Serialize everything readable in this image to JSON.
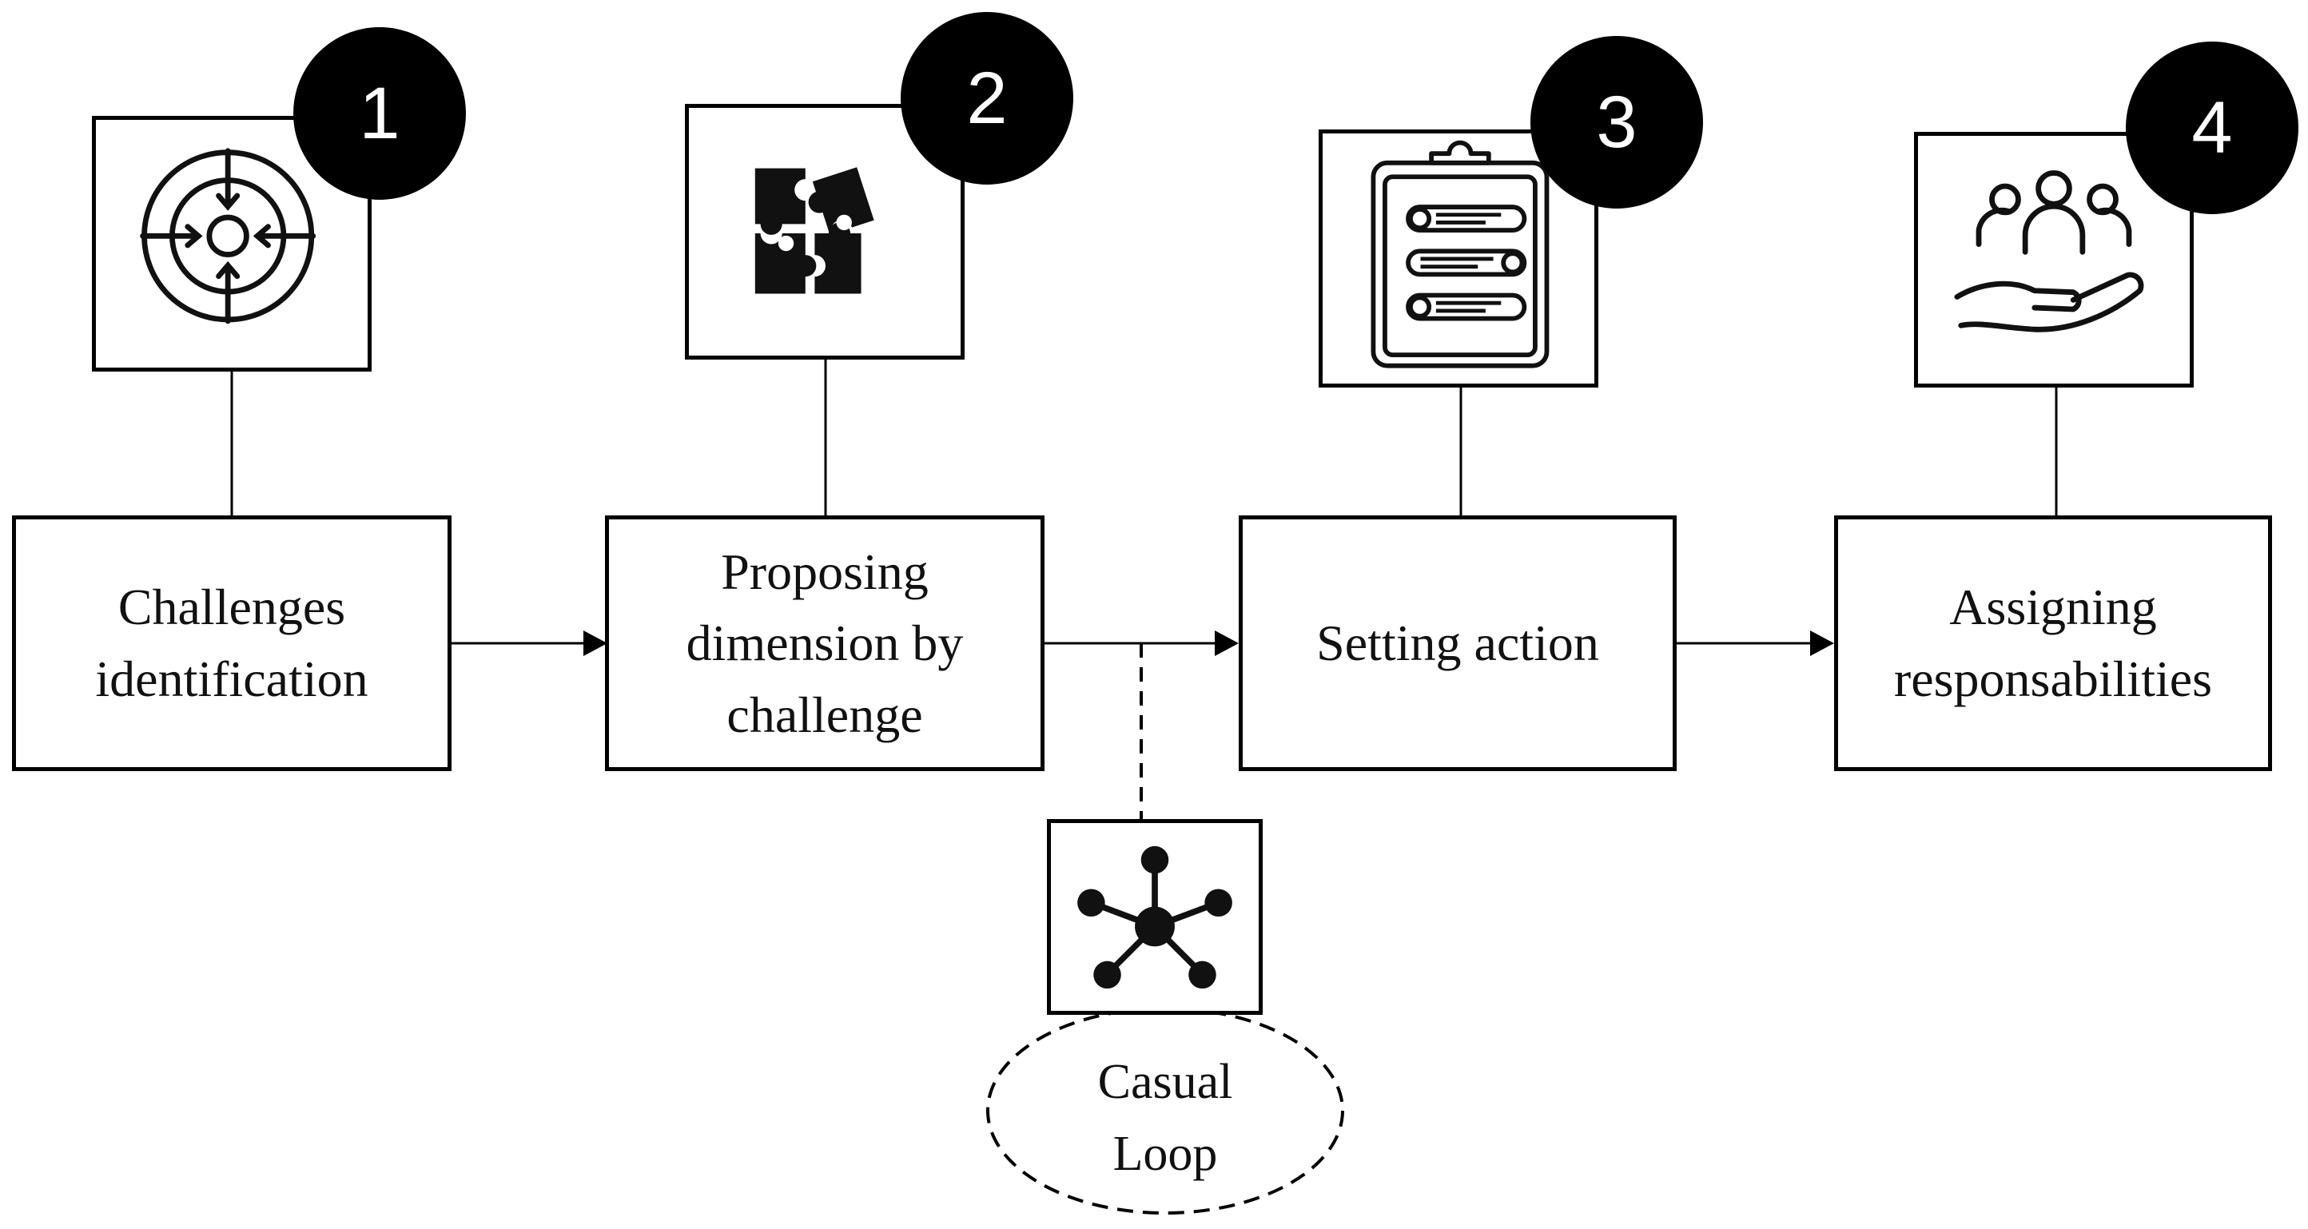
{
  "steps": [
    {
      "number": "1",
      "label": "Challenges\nidentification",
      "icon": "target-arrows-icon"
    },
    {
      "number": "2",
      "label": "Proposing\ndimension by\nchallenge",
      "icon": "puzzle-pieces-icon"
    },
    {
      "number": "3",
      "label": "Setting action",
      "icon": "clipboard-list-icon"
    },
    {
      "number": "4",
      "label": "Assigning\nresponsabilities",
      "icon": "hand-team-icon"
    }
  ],
  "side_node": {
    "label": "Casual\nLoop",
    "icon": "network-hub-icon"
  },
  "colors": {
    "stroke": "#000000",
    "background": "#ffffff",
    "badge": "#000000",
    "badge_text": "#ffffff"
  }
}
